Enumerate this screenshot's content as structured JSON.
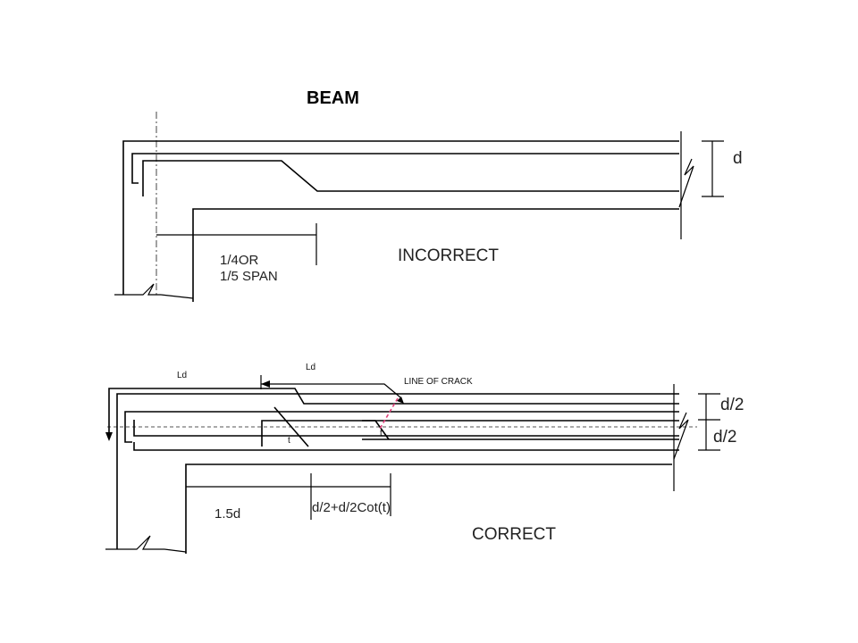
{
  "title": "BEAM",
  "incorrect": {
    "caption": "INCORRECT",
    "dim_d": "d",
    "span_line1": "1/4OR",
    "span_line2": "1/5 SPAN"
  },
  "correct": {
    "caption": "CORRECT",
    "ld_left": "Ld",
    "ld_right": "Ld",
    "line_of_crack": "LINE OF CRACK",
    "dim_half_top": "d/2",
    "dim_half_bottom": "d/2",
    "dim_1_5d": "1.5d",
    "dim_formula": "d/2+d/2Cot(t)",
    "angle_left": "t",
    "angle_right": "t"
  }
}
